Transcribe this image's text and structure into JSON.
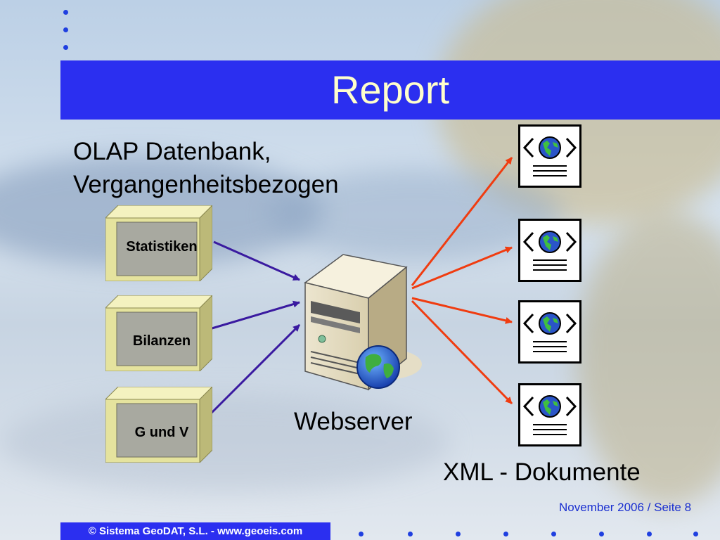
{
  "title": "Report",
  "subtitle": {
    "line1": "OLAP Datenbank,",
    "line2": "Vergangenheitsbezogen"
  },
  "sources": [
    {
      "label": "Statistiken"
    },
    {
      "label": "Bilanzen"
    },
    {
      "label": "G und V"
    }
  ],
  "server": {
    "label": "Webserver",
    "icon": "webserver-globe-icon"
  },
  "documents": {
    "label": "XML - Dokumente",
    "count": 4,
    "icon": "xml-web-document-icon"
  },
  "footer": {
    "date_page": "November 2006 / Seite 8",
    "copyright": "© Sistema GeoDAT, S.L. - www.geoeis.com"
  },
  "colors": {
    "accent_blue": "#2b2ff0",
    "title_text": "#ffffcc",
    "source_arrow": "#3a1aa0",
    "doc_arrow": "#f03c10",
    "box_olive": "#e8e6a0"
  }
}
